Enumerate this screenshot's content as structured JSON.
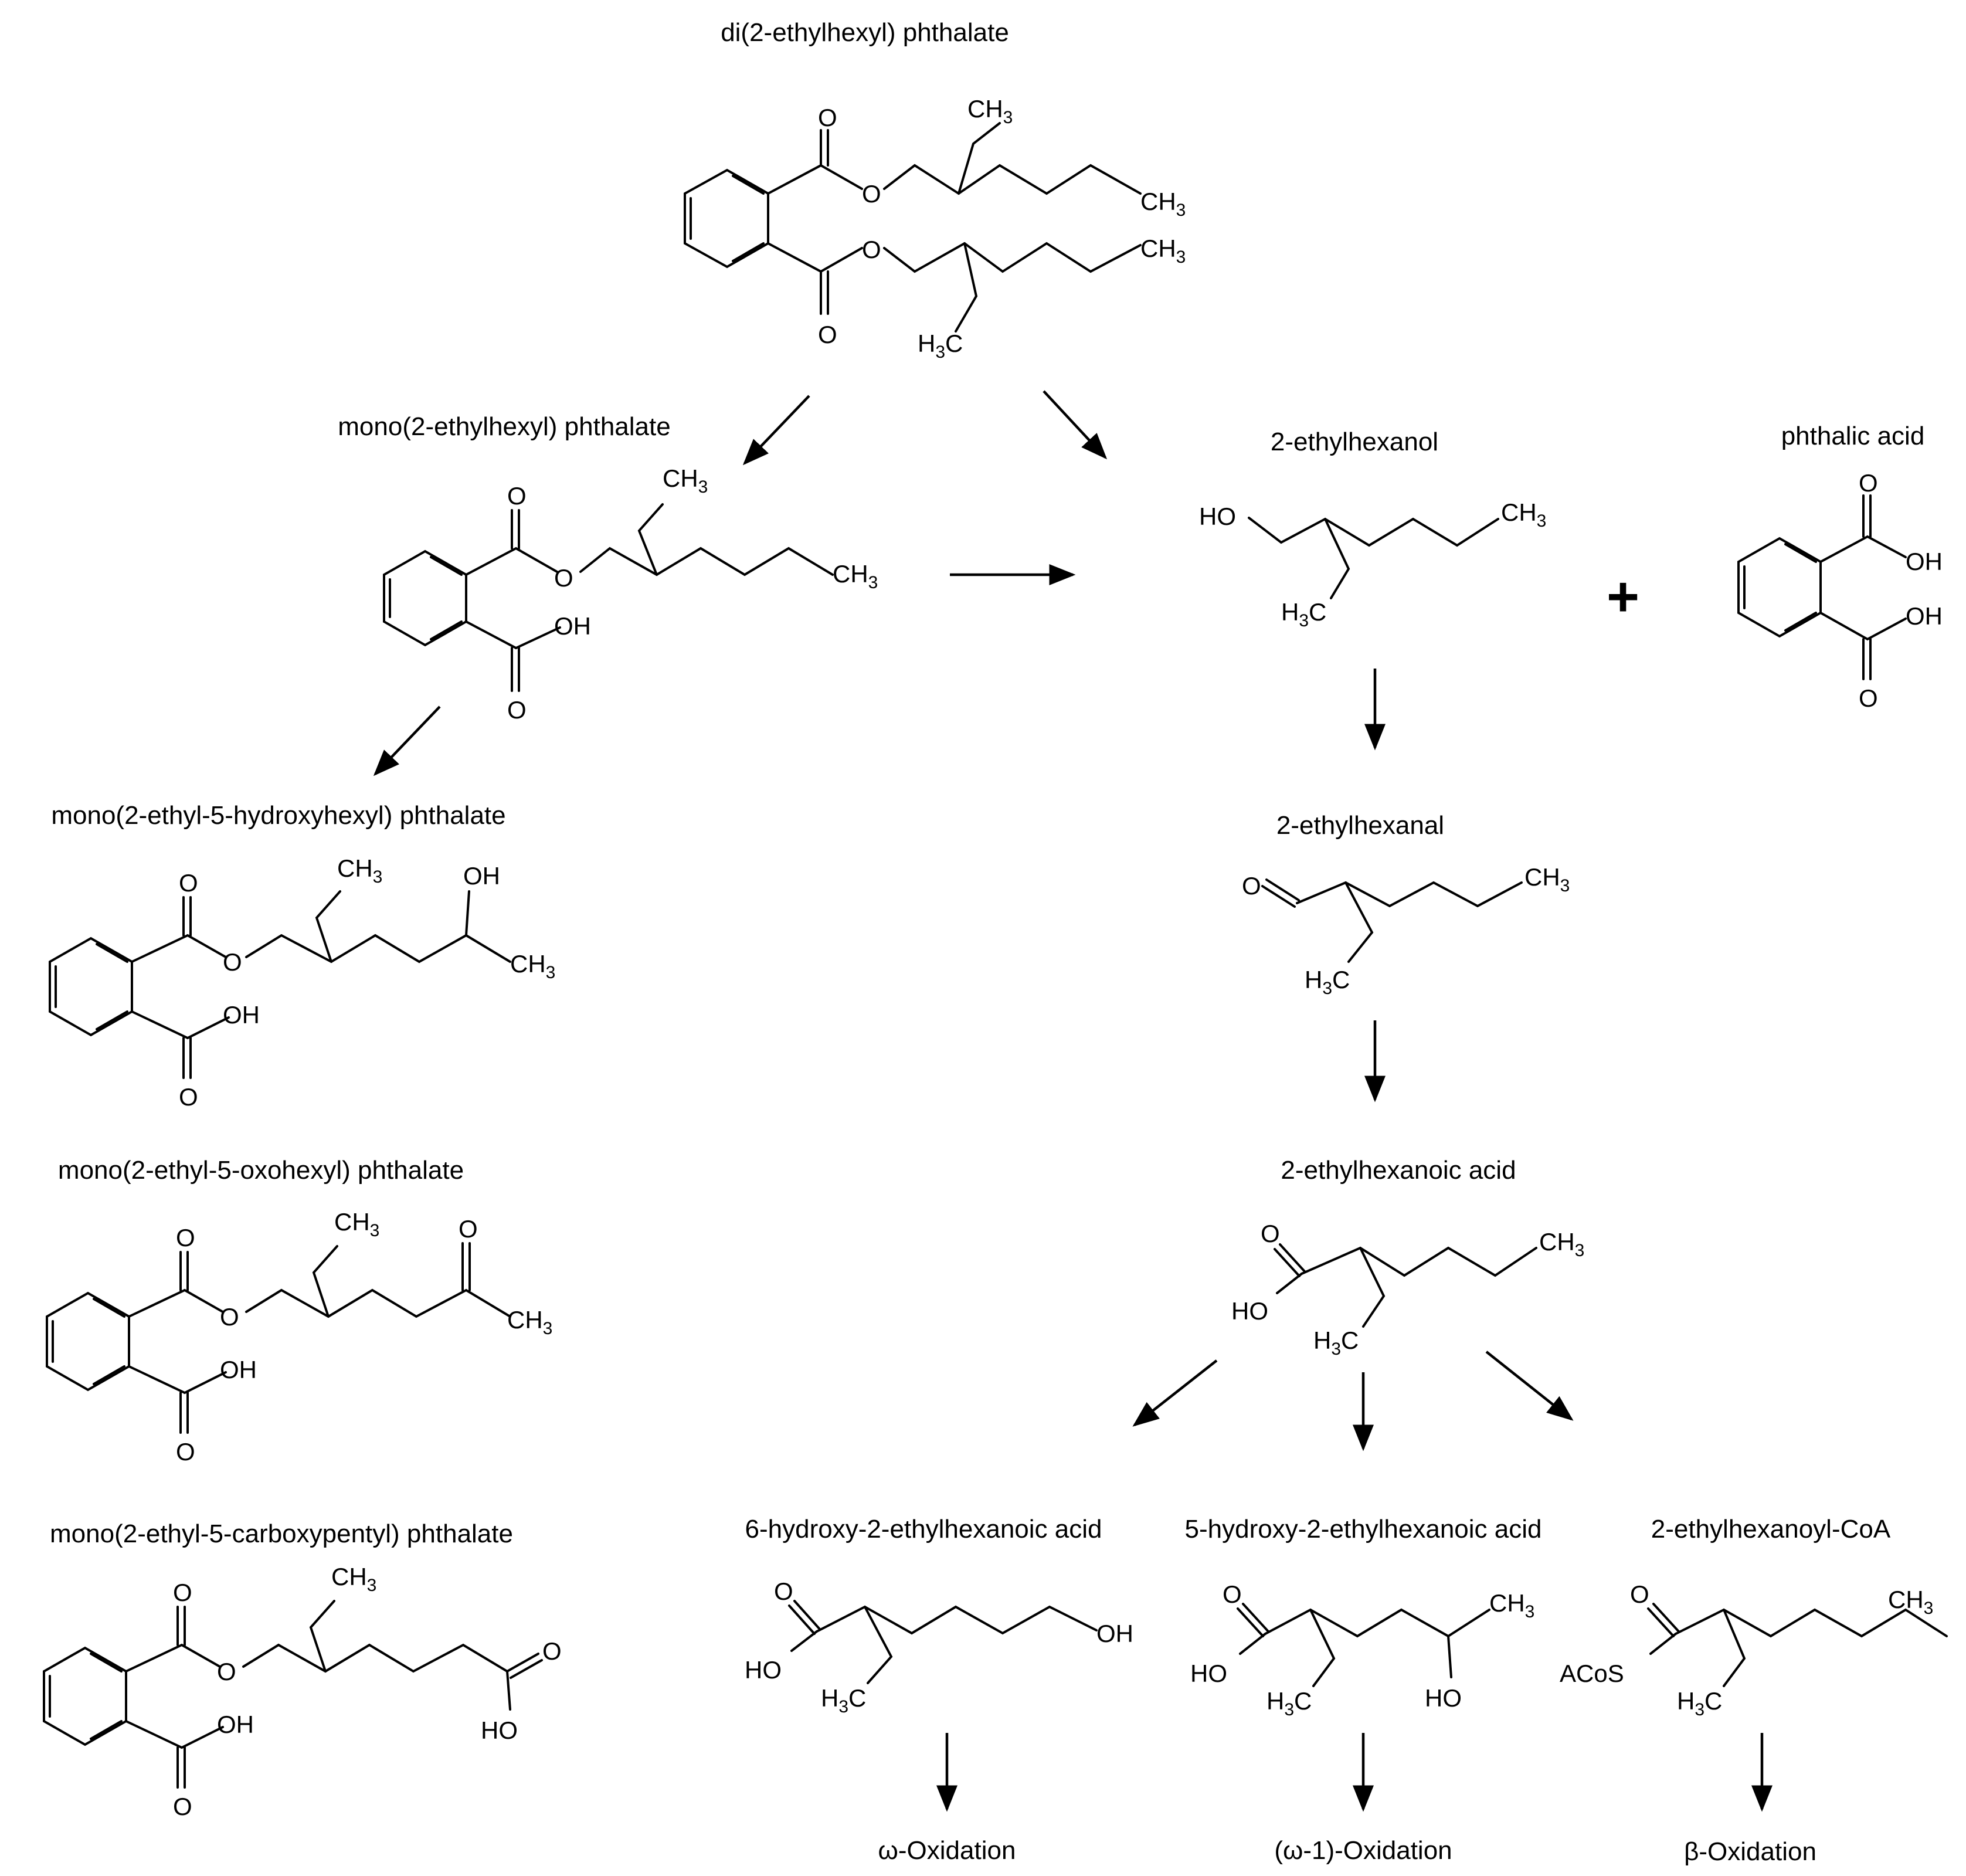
{
  "compounds": {
    "dehp": "di(2-ethylhexyl) phthalate",
    "mehp": "mono(2-ethylhexyl) phthalate",
    "mehhp": "mono(2-ethyl-5-hydroxyhexyl) phthalate",
    "meohp": "mono(2-ethyl-5-oxohexyl) phthalate",
    "mecpp": "mono(2-ethyl-5-carboxypentyl) phthalate",
    "eh": "2-ethylhexanol",
    "pa": "phthalic acid",
    "ehal": "2-ethylhexanal",
    "eha": "2-ethylhexanoic acid",
    "h6": "6-hydroxy-2-ethylhexanoic acid",
    "h5": "5-hydroxy-2-ethylhexanoic acid",
    "coa": "2-ethylhexanoyl-CoA"
  },
  "atoms": {
    "ch3": "CH",
    "h3c": "H",
    "c": "C",
    "three": "3",
    "o": "O",
    "oh": "OH",
    "ho": "HO",
    "acos": "ACoS"
  },
  "plus": "+",
  "pathways": {
    "omega": "ω-Oxidation",
    "omega1": "(ω-1)-Oxidation",
    "beta": "β-Oxidation"
  }
}
